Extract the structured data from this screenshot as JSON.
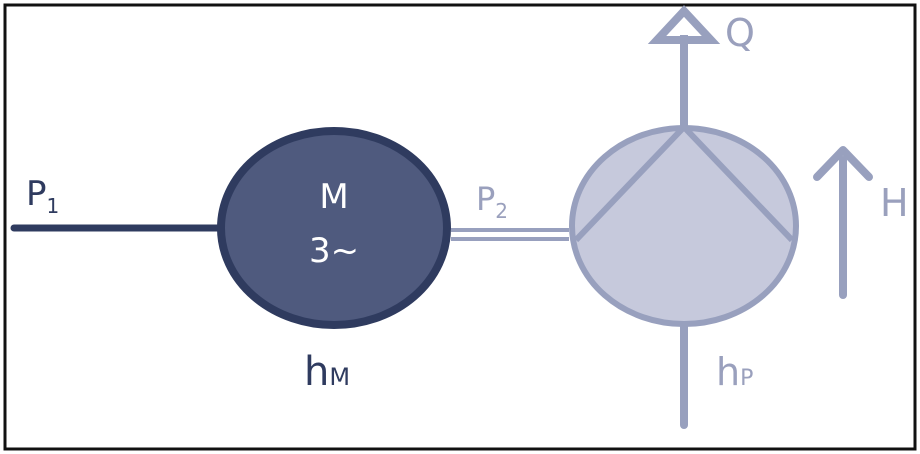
{
  "labels": {
    "p1_main": "P",
    "p1_sub": "1",
    "motor_line1": "M",
    "motor_line2": "3~",
    "p2_main": "P",
    "p2_sub": "2",
    "q": "Q",
    "h": "H",
    "hm_main": "h",
    "hm_sub": "M",
    "hp_main": "h",
    "hp_sub": "P"
  },
  "colors": {
    "dark_navy": "#2f3b5f",
    "motor_fill": "#4f5a7e",
    "pump_stroke": "#98a0be",
    "pump_fill": "#c6c9dc",
    "frame_border": "#111111"
  }
}
